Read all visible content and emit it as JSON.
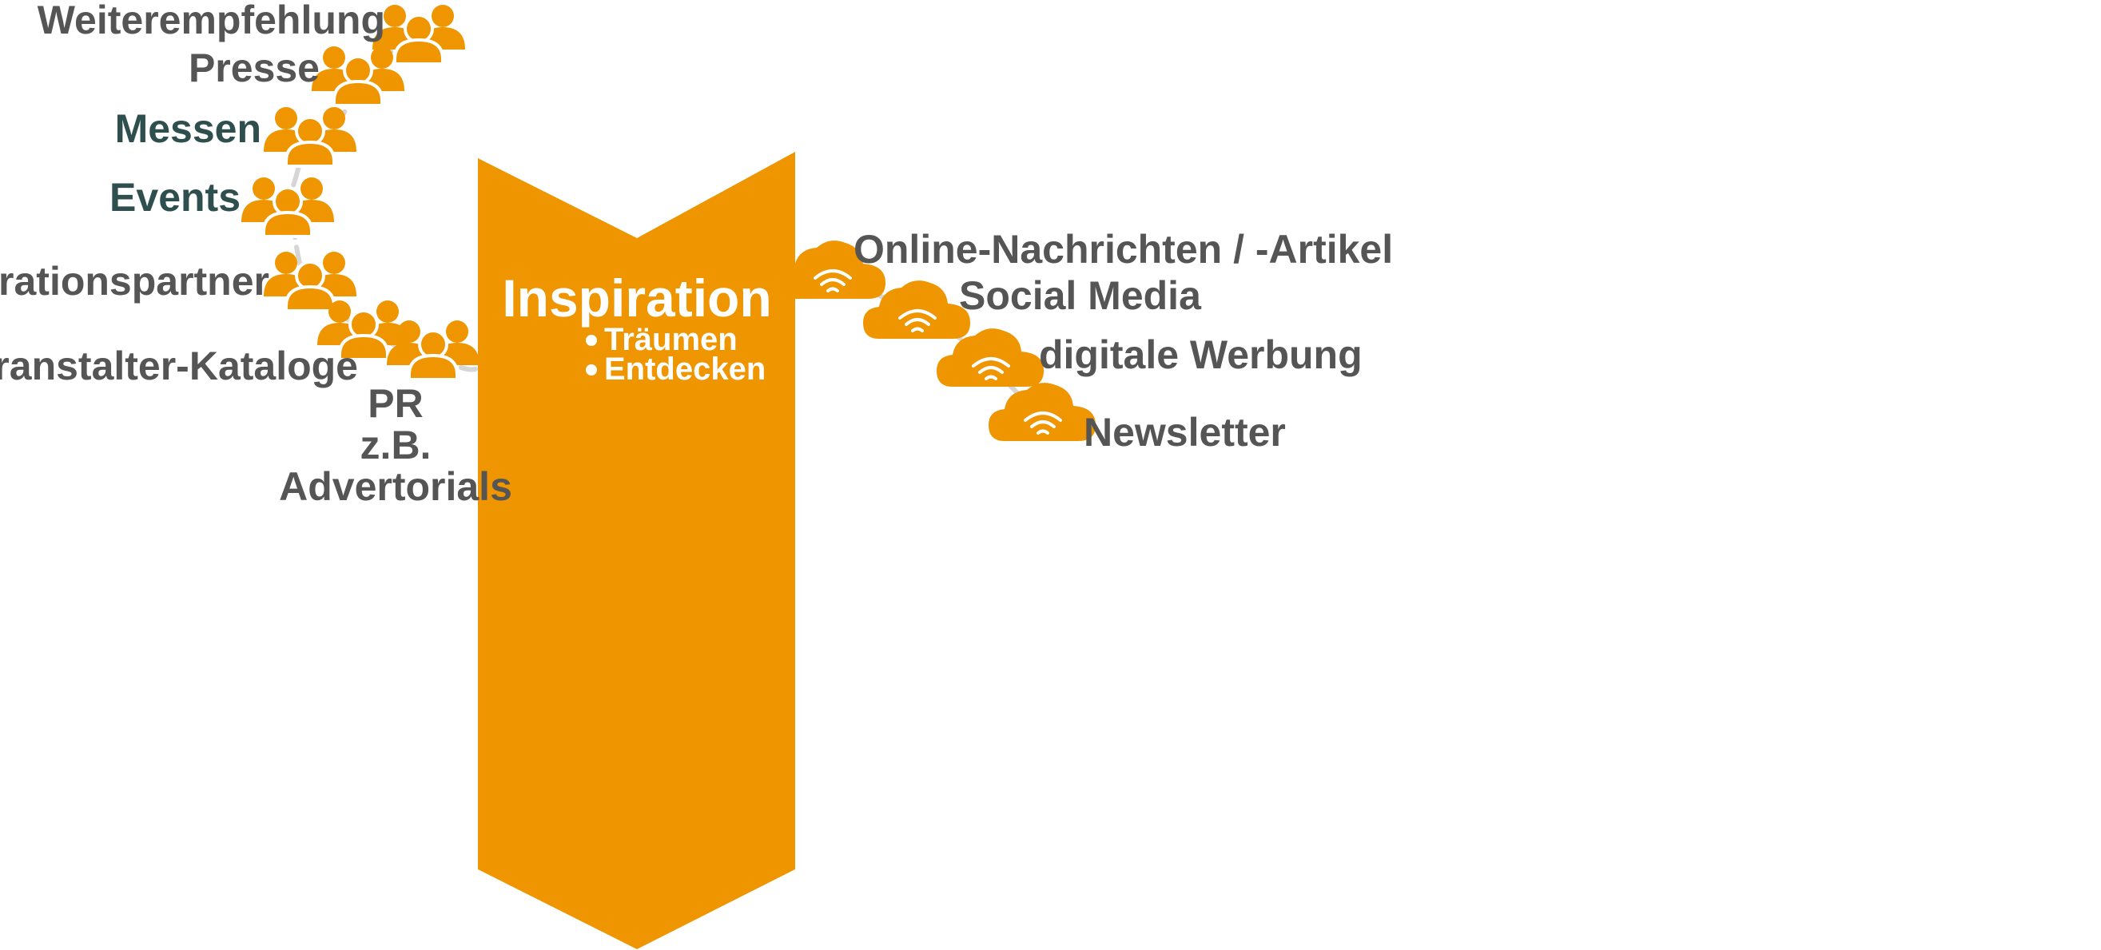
{
  "center": {
    "title": "Inspiration",
    "bullets": [
      "Träumen",
      "Entdecken"
    ]
  },
  "left_items": [
    {
      "label": "Weiterempfehlung",
      "icon": "people-group-icon"
    },
    {
      "label": "Presse",
      "icon": "people-group-icon"
    },
    {
      "label": "Messen",
      "icon": "people-group-icon"
    },
    {
      "label": "Events",
      "icon": "people-group-icon"
    },
    {
      "label": "Kooperationspartner",
      "icon": "people-group-icon"
    },
    {
      "label": "Reiseveranstalter-Kataloge",
      "icon": "people-group-icon"
    },
    {
      "label": "",
      "icon": "people-group-icon"
    }
  ],
  "pr_label": [
    "PR",
    "z.B.",
    "Advertorials"
  ],
  "right_items": [
    {
      "label": "Online-Nachrichten / -Artikel",
      "icon": "cloud-wifi-icon"
    },
    {
      "label": "Social Media",
      "icon": "cloud-wifi-icon"
    },
    {
      "label": "digitale Werbung",
      "icon": "cloud-wifi-icon"
    },
    {
      "label": "Newsletter",
      "icon": "cloud-wifi-icon"
    }
  ],
  "colors": {
    "accent": "#ee9500",
    "label_grey": "#555555",
    "label_teal": "#2f4f4f",
    "connector": "#d6d6d6"
  }
}
